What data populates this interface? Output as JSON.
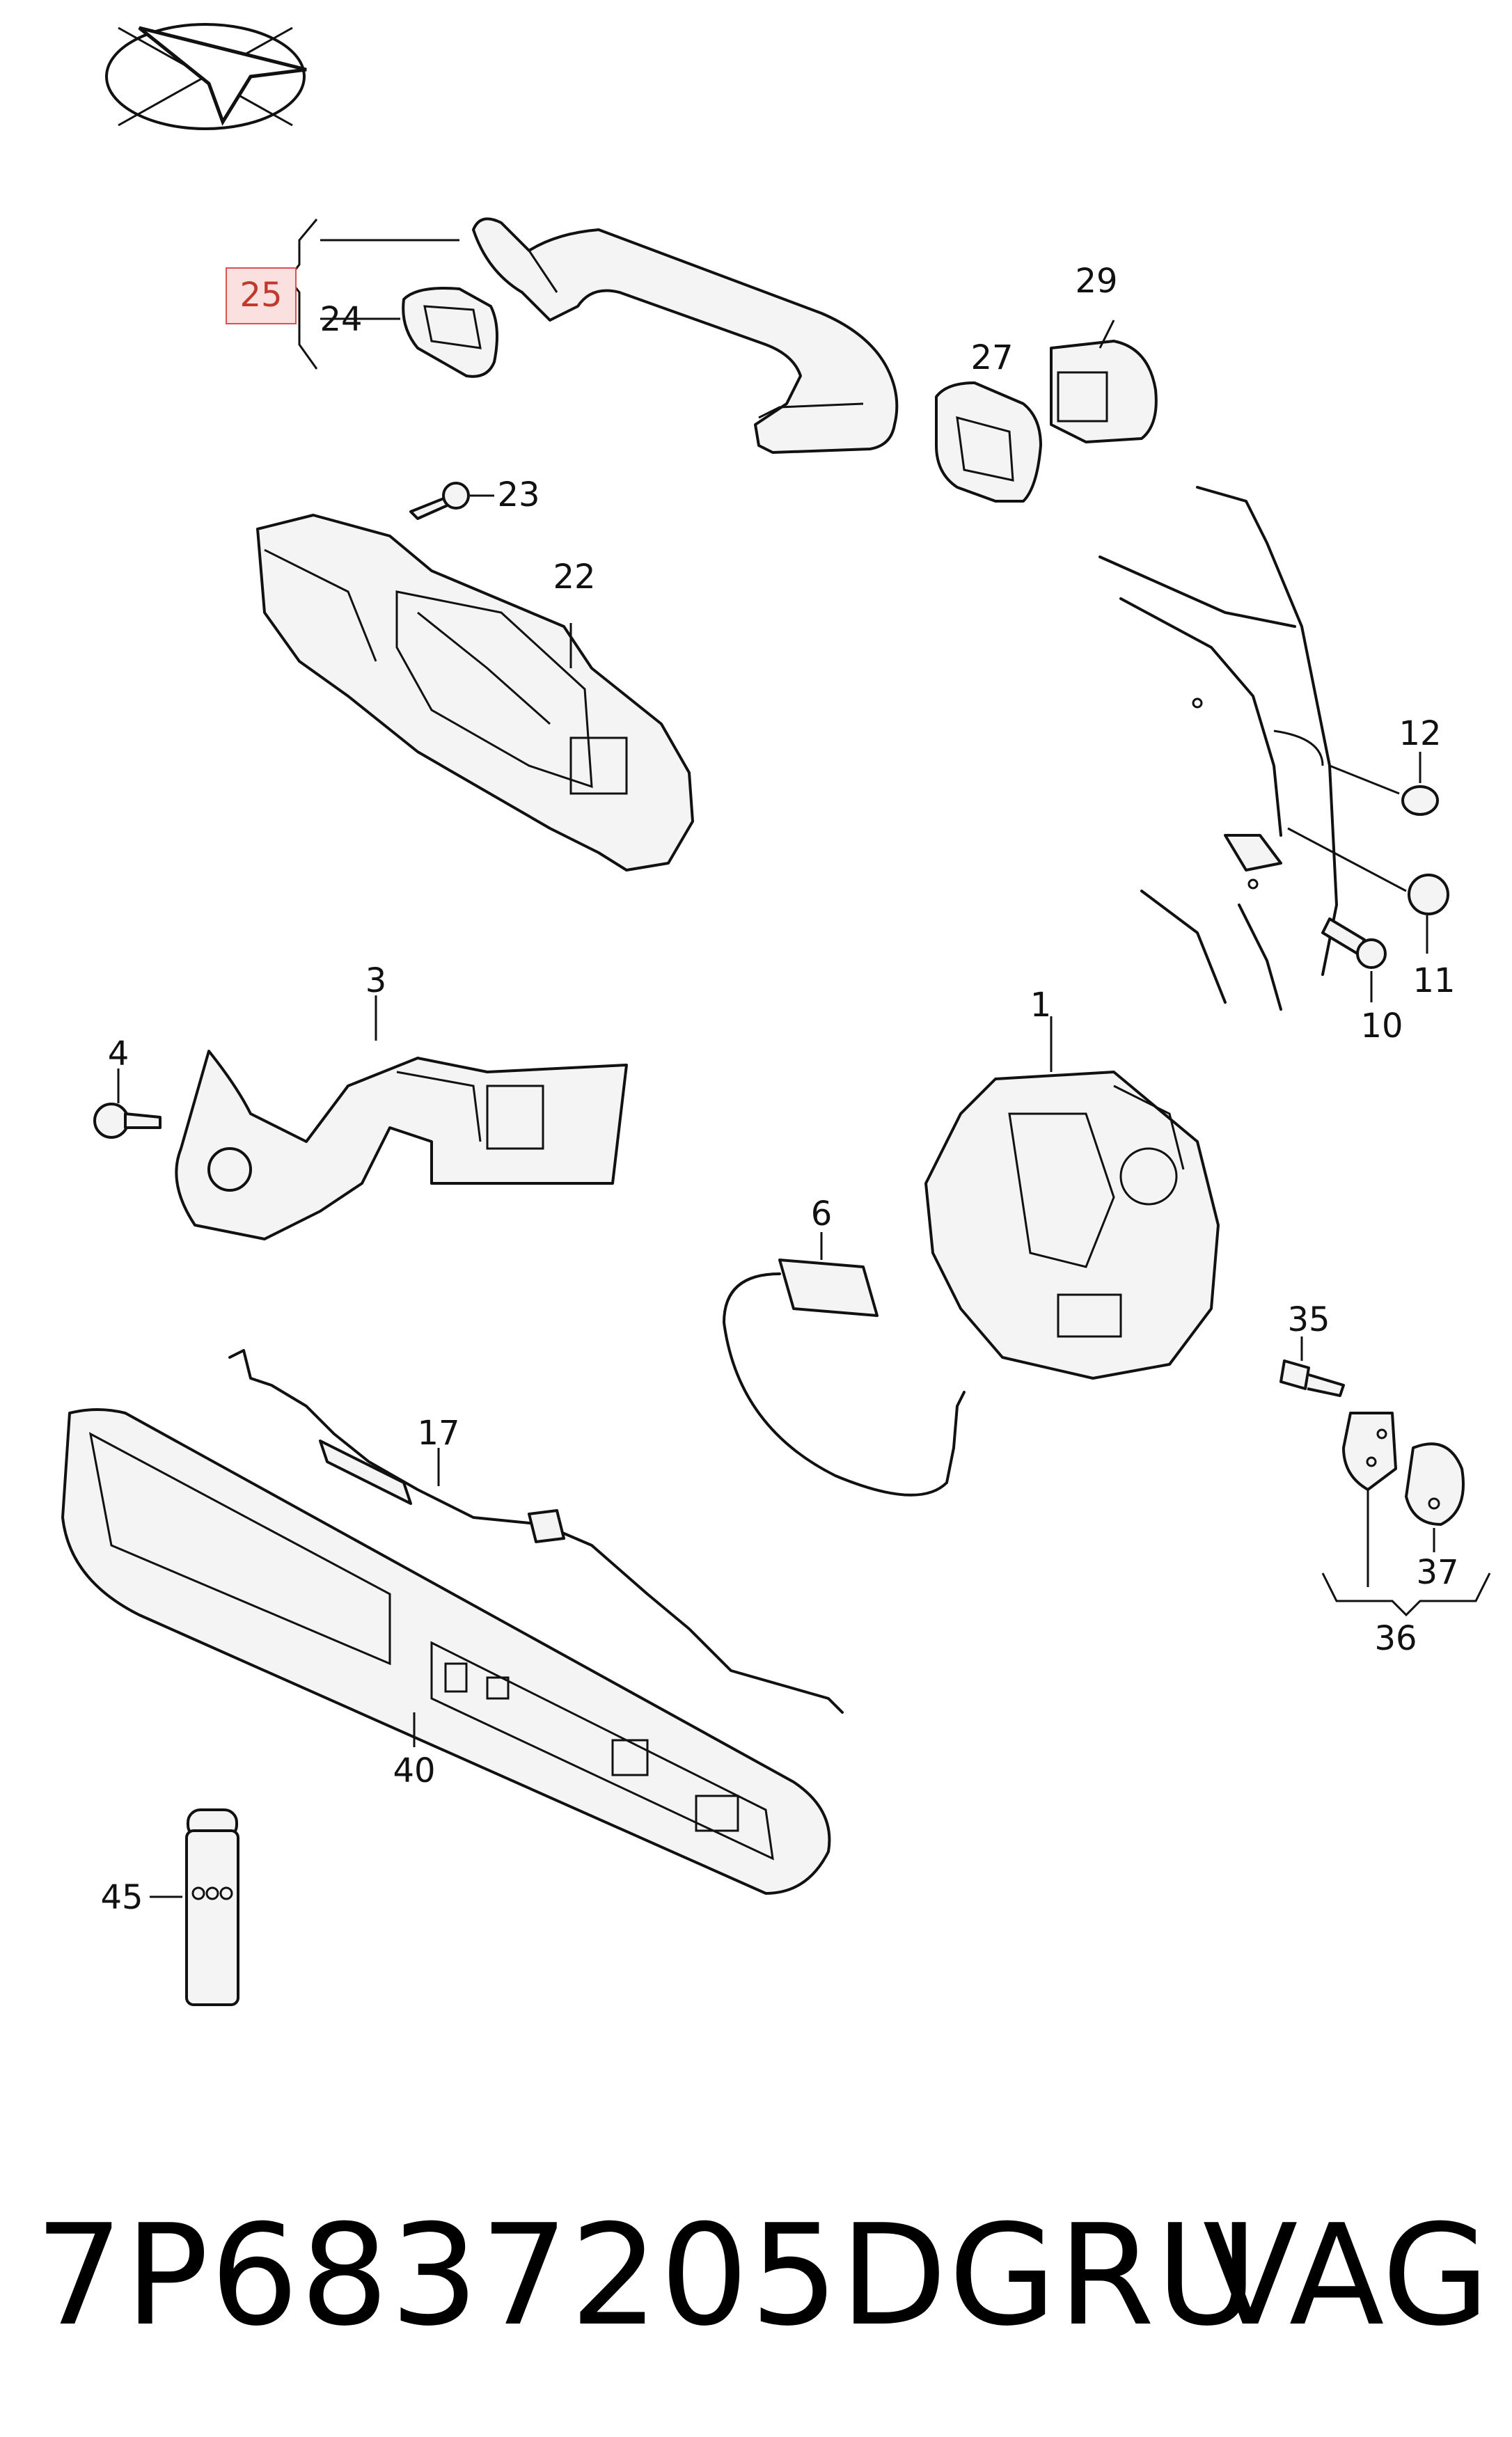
{
  "callouts": {
    "c1": "1",
    "c3": "3",
    "c4": "4",
    "c6": "6",
    "c10": "10",
    "c11": "11",
    "c12": "12",
    "c17": "17",
    "c22": "22",
    "c23": "23",
    "c24": "24",
    "c25": "25",
    "c27": "27",
    "c29": "29",
    "c35": "35",
    "c36": "36",
    "c37": "37",
    "c40": "40",
    "c45": "45"
  },
  "footer": {
    "part_number": "7P6837205DGRU",
    "brand": "VAG"
  },
  "colors": {
    "highlight_fill": "#fbe0e0",
    "highlight_stroke": "#d9534f",
    "line": "#111111"
  },
  "icons": {
    "logo": "compass-arrow-logo-icon"
  }
}
